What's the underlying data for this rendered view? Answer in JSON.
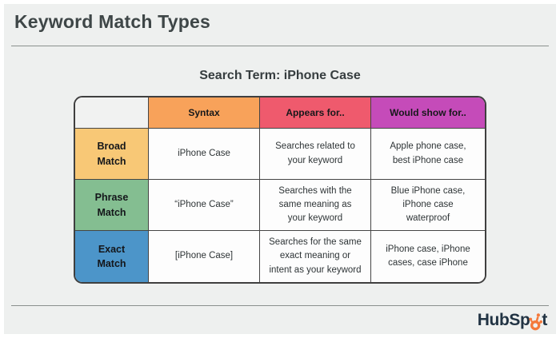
{
  "page": {
    "title": "Keyword Match Types",
    "subtitle": "Search Term: iPhone Case"
  },
  "table": {
    "headers": [
      {
        "label": "",
        "color": "#f1f2f1"
      },
      {
        "label": "Syntax",
        "color": "#F8A25A"
      },
      {
        "label": "Appears for..",
        "color": "#EF5A6D"
      },
      {
        "label": "Would show for..",
        "color": "#C54BB9"
      }
    ],
    "rows": [
      {
        "label": "Broad Match",
        "color": "#F8C876",
        "syntax": "iPhone Case",
        "appears": "Searches related to your keyword",
        "would": "Apple phone case, best iPhone case"
      },
      {
        "label": "Phrase Match",
        "color": "#84BE91",
        "syntax": "“iPhone Case”",
        "appears": "Searches with the same meaning as your keyword",
        "would": "Blue iPhone case, iPhone case waterproof"
      },
      {
        "label": "Exact Match",
        "color": "#4C95C9",
        "syntax": "[iPhone Case]",
        "appears": "Searches for the same exact meaning or intent as your keyword",
        "would": "iPhone case, iPhone cases, case iPhone"
      }
    ]
  },
  "footer": {
    "logo_left": "HubSp",
    "logo_right": "t"
  },
  "colors": {
    "background": "#eef0ef",
    "table_border": "#3f3f3f",
    "divider": "#8a908e",
    "logo_navy": "#213343",
    "logo_orange": "#F4793B"
  }
}
